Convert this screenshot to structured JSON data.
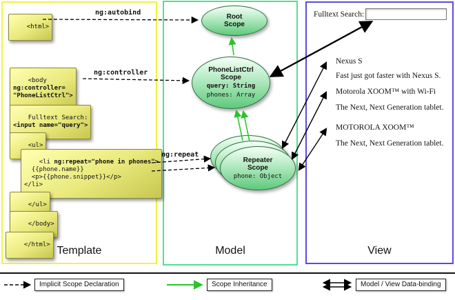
{
  "panels": {
    "template": {
      "label": "Template"
    },
    "model": {
      "label": "Model"
    },
    "view": {
      "label": "View"
    }
  },
  "template_code": {
    "html_open": "<html>",
    "body_pre": "<body\n",
    "body_bold": "ng:controller=\n\"PhoneListCtrl\">",
    "fulltext_pre": "Fulltext Search:\n",
    "fulltext_bold": "<input name=\"query\">",
    "ul_open": "<ul>",
    "li_pre": "<li ",
    "li_bold": "ng:repeat=\"phone in phones\">",
    "li_rest": "\n  {{phone.name}}\n  <p>{{phone.snippet}}</p>\n</li>",
    "ul_close": "</ul>",
    "body_close": "</body>",
    "html_close": "</html>"
  },
  "arrow_labels": {
    "autobind": "ng:autobind",
    "controller": "ng:controller",
    "repeat": "ng:repeat"
  },
  "model": {
    "root_scope_title": "Root\nScope",
    "phonelist_title": "PhoneListCtrl\nScope",
    "phonelist_query": "query: String",
    "phonelist_phones": "phones: Array",
    "repeater_title": "Repeater\nScope",
    "repeater_phone": "phone: Object"
  },
  "view": {
    "search_label": "Fulltext Search:",
    "search_value": "",
    "items": [
      {
        "title": "Nexus S",
        "desc": "Fast just got faster with Nexus S."
      },
      {
        "title": "Motorola XOOM™ with Wi-Fi",
        "desc": "The Next, Next Generation tablet."
      },
      {
        "title": "MOTOROLA XOOM™",
        "desc": "The Next, Next Generation tablet."
      }
    ]
  },
  "legend": {
    "implicit": "Implicit Scope Declaration",
    "inheritance": "Scope Inheritance",
    "databinding": "Model / View Data-binding"
  },
  "colors": {
    "template_border": "#f2f240",
    "model_border": "#4fe08c",
    "view_border": "#5a48e0",
    "code_box": "#e9e97c",
    "scope_green": "#5ec97c",
    "inheritance_arrow": "#2bc42b"
  }
}
